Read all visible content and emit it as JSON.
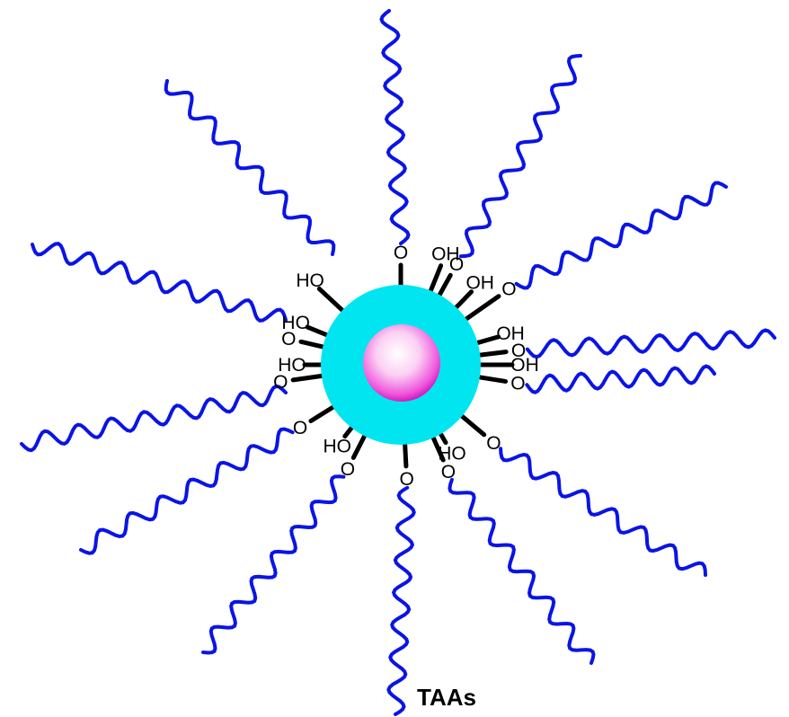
{
  "caption": "TAAs",
  "colors": {
    "chain": "#0a14e6",
    "shell": "#00e5f0",
    "core": "#ee22d6",
    "bond": "#000000"
  },
  "groups": [
    {
      "type": "ester",
      "text": "O"
    },
    {
      "type": "hydroxyl",
      "text": "OH"
    },
    {
      "type": "ester",
      "text": "O"
    },
    {
      "type": "hydroxyl",
      "text": "OH"
    },
    {
      "type": "ester",
      "text": "O"
    },
    {
      "type": "hydroxyl",
      "text": "OH"
    },
    {
      "type": "ester",
      "text": "O"
    },
    {
      "type": "hydroxyl",
      "text": "OH"
    },
    {
      "type": "ester",
      "text": "O"
    },
    {
      "type": "ester",
      "text": "O"
    },
    {
      "type": "ester",
      "text": "O"
    },
    {
      "type": "hydroxyl",
      "text": "HO"
    },
    {
      "type": "ester",
      "text": "O"
    },
    {
      "type": "ester",
      "text": "O"
    },
    {
      "type": "hydroxyl",
      "text": "HO"
    },
    {
      "type": "ester",
      "text": "O"
    },
    {
      "type": "hydroxyl",
      "text": "HO"
    },
    {
      "type": "hydroxyl",
      "text": "HO"
    },
    {
      "type": "hydroxyl",
      "text": "HO"
    }
  ]
}
